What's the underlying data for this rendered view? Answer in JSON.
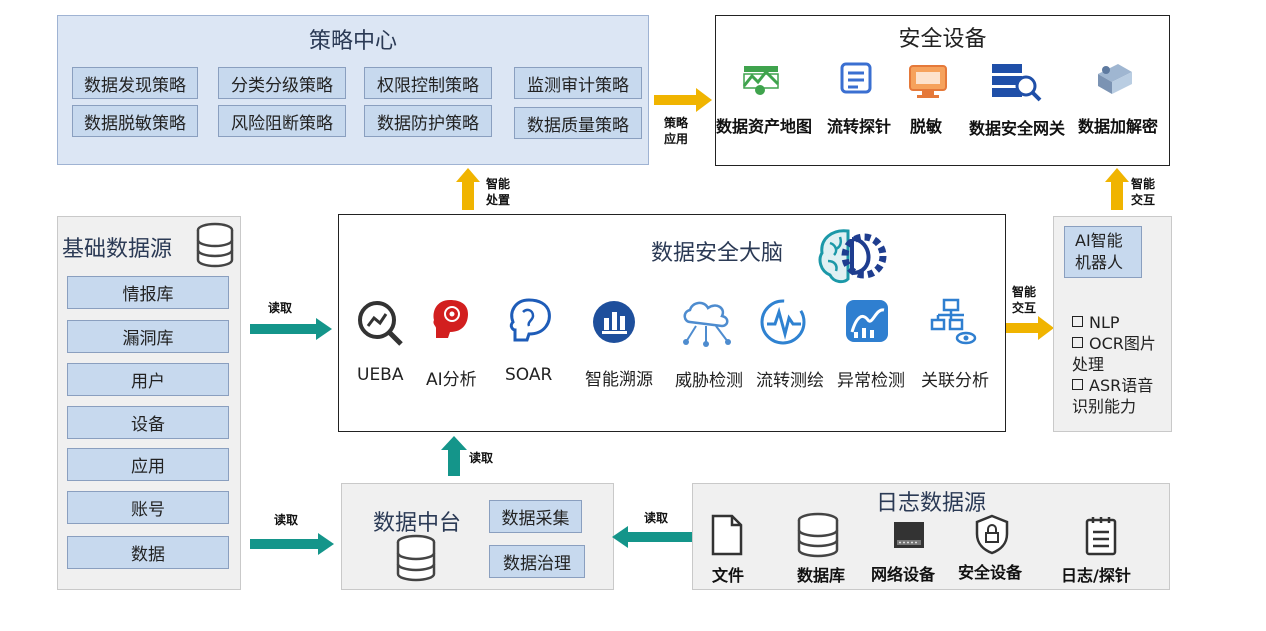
{
  "strategy_center": {
    "title": "策略中心",
    "policies": [
      "数据发现策略",
      "分类分级策略",
      "权限控制策略",
      "监测审计策略",
      "数据脱敏策略",
      "风险阻断策略",
      "数据防护策略",
      "数据质量策略"
    ]
  },
  "security_devices": {
    "title": "安全设备",
    "items": [
      "数据资产地图",
      "流转探针",
      "脱敏",
      "数据安全网关",
      "数据加解密"
    ]
  },
  "brain": {
    "title": "数据安全大脑",
    "modules": [
      "UEBA",
      "AI分析",
      "SOAR",
      "智能溯源",
      "威胁检测",
      "流转测绘",
      "异常检测",
      "关联分析"
    ]
  },
  "basic_sources": {
    "title": "基础数据源",
    "items": [
      "情报库",
      "漏洞库",
      "用户",
      "设备",
      "应用",
      "账号",
      "数据"
    ]
  },
  "ai_robot": {
    "title": "AI智能\n机器人",
    "capabilities": [
      "NLP",
      "OCR图片\n处理",
      "ASR语音\n识别能力"
    ]
  },
  "data_platform": {
    "title": "数据中台",
    "items": [
      "数据采集",
      "数据治理"
    ]
  },
  "log_sources": {
    "title": "日志数据源",
    "items": [
      "文件",
      "数据库",
      "网络设备",
      "安全设备",
      "日志/探针"
    ]
  },
  "arrows": {
    "strategy_apply": "策略\n应用",
    "smart_handle": "智能\n处置",
    "smart_interact_top": "智能\n交互",
    "smart_interact_mid": "智能\n交互",
    "read_basic_top": "读取",
    "read_basic_bottom": "读取",
    "read_platform": "读取",
    "read_log": "读取"
  },
  "colors": {
    "orange_arrow": "#f0b400",
    "teal_arrow": "#14958a",
    "blue_panel": "#dce6f4",
    "chip": "#c7d9ee"
  }
}
